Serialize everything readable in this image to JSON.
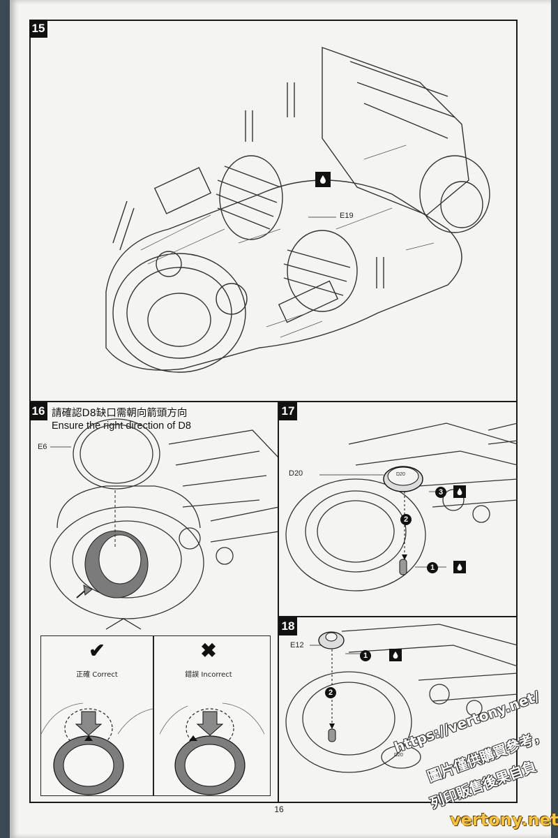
{
  "steps": {
    "s15": {
      "number": "15",
      "labels": {
        "e19": "E19"
      }
    },
    "s16": {
      "number": "16",
      "note_cn": "請確認D8缺口需朝向箭頭方向",
      "note_en": "Ensure the right direction of D8",
      "labels": {
        "e6": "E6"
      },
      "correct": {
        "mark": "✔",
        "label": "正確 Correct"
      },
      "incorrect": {
        "mark": "✖",
        "label": "錯誤 Incorrect"
      }
    },
    "s17": {
      "number": "17",
      "labels": {
        "d20": "D20",
        "d20_inner": "D20"
      },
      "order": [
        "1",
        "2",
        "3"
      ]
    },
    "s18": {
      "number": "18",
      "labels": {
        "e12": "E12",
        "d20": "D20"
      },
      "order": [
        "1",
        "2"
      ]
    }
  },
  "page_number": "16",
  "watermark": {
    "line1": "https://vertony.net/",
    "line2": "圖片僅供購買參考，",
    "line3": "列印販售後果自負",
    "logo": "vertony.net"
  },
  "icons": [
    "glue-icon",
    "check-icon",
    "cross-icon",
    "down-arrow-icon"
  ]
}
